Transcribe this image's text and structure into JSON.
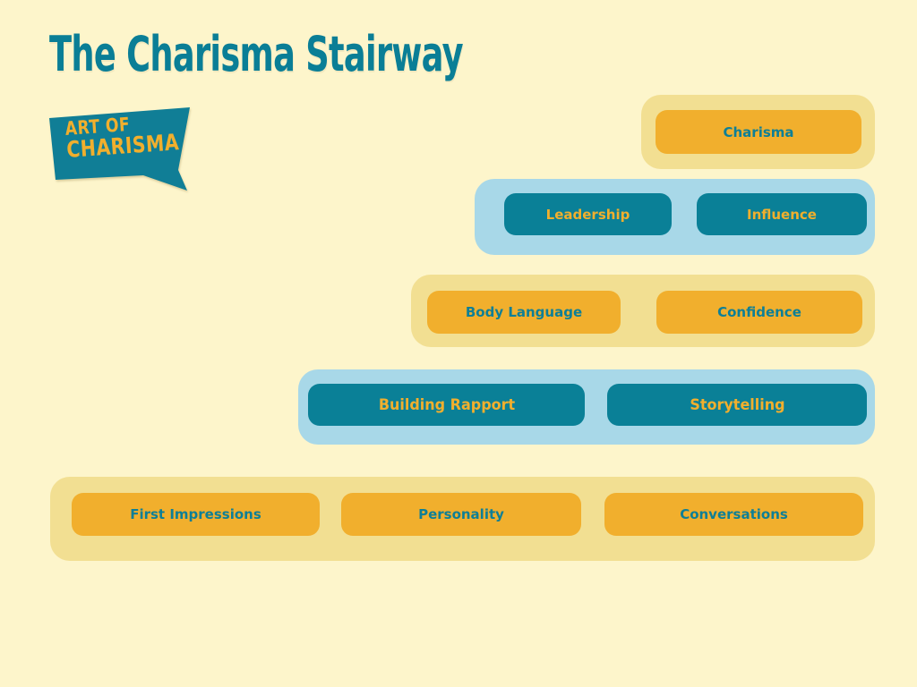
{
  "title": "The Charisma Stairway",
  "logo": {
    "line1": "ART OF",
    "line2": "CHARISMA"
  },
  "colors": {
    "background": "#FDF5CB",
    "step_container_yellow": "#F2DF92",
    "step_container_blue": "#A8D8E8",
    "pill_orange": "#F1AF2D",
    "pill_teal": "#0A8097",
    "text_teal": "#0E7F96",
    "text_orange": "#F1AF2D",
    "title_color": "#0A7E96"
  },
  "stairway": {
    "steps": [
      {
        "level": 5,
        "theme": "yellow",
        "items": [
          "Charisma"
        ]
      },
      {
        "level": 4,
        "theme": "blue",
        "items": [
          "Leadership",
          "Influence"
        ]
      },
      {
        "level": 3,
        "theme": "yellow",
        "items": [
          "Body Language",
          "Confidence"
        ]
      },
      {
        "level": 2,
        "theme": "blue",
        "items": [
          "Building Rapport",
          "Storytelling"
        ]
      },
      {
        "level": 1,
        "theme": "yellow",
        "items": [
          "First Impressions",
          "Personality",
          "Conversations"
        ]
      }
    ]
  }
}
